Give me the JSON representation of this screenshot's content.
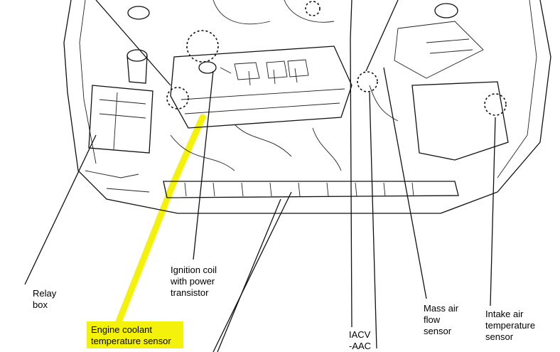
{
  "highlight_color": "#f4f20a",
  "labels": {
    "relay_box": "Relay\nbox",
    "ignition_coil": "Ignition coil\nwith power\ntransistor",
    "engine_coolant": "Engine coolant\ntemperature sensor",
    "iacv": "IACV\n-AAC",
    "mass_air_flow": "Mass air\nflow\nsensor",
    "intake_air": "Intake air\ntemperature\nsensor"
  }
}
